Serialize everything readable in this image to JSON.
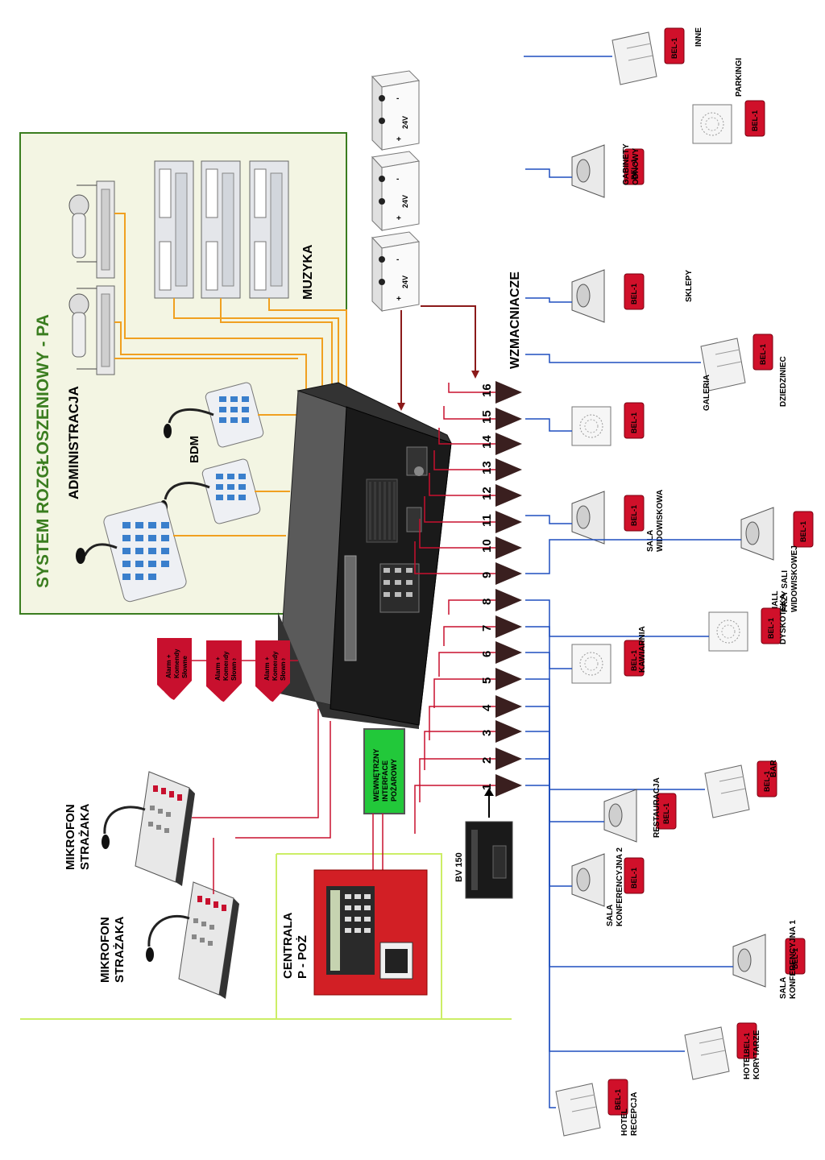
{
  "title": "SYSTEM ROZGŁOSZENIOWY - PA",
  "administration_label": "ADMINISTRACJA",
  "bdm_label": "BDM",
  "music_label": "MUZYKA",
  "amplifiers_label": "WZMACNIACZE",
  "psu_label": "24V",
  "psu_plus": "+",
  "psu_minus": "-",
  "alarm_label": [
    "Alarm +",
    "Komendy",
    "Słowne"
  ],
  "fire_interface_label": [
    "WEWNĘTRZNY",
    "INTERFACE",
    "POŻAROWY"
  ],
  "fireman_mic_label": [
    "MIKROFON",
    "STRAŻAKA"
  ],
  "fire_panel_label": [
    "CENTRALA",
    "P - POŻ"
  ],
  "bv_label": "BV 150",
  "device_badge": "BEL-1",
  "channel_numbers": [
    "1",
    "2",
    "3",
    "4",
    "5",
    "6",
    "7",
    "8",
    "9",
    "10",
    "11",
    "12",
    "13",
    "14",
    "15",
    "16"
  ],
  "zones": [
    {
      "id": "inne",
      "lines": [
        "INNE"
      ]
    },
    {
      "id": "parkingi",
      "lines": [
        "PARKINGI"
      ]
    },
    {
      "id": "gabinety",
      "lines": [
        "GABINETY",
        "ODNOWY"
      ]
    },
    {
      "id": "sklepy",
      "lines": [
        "SKLEPY"
      ]
    },
    {
      "id": "dziedziniec",
      "lines": [
        "DZIEDZINIEC"
      ]
    },
    {
      "id": "galeria",
      "lines": [
        "GALERIA"
      ]
    },
    {
      "id": "sala-widowiskowa",
      "lines": [
        "SALA",
        "WIDOWISKOWA"
      ]
    },
    {
      "id": "hall",
      "lines": [
        "HALL",
        "PRZY SALI",
        "WIDOWISKOWEJ"
      ]
    },
    {
      "id": "dyskoteka",
      "lines": [
        "DYSKOTEKA"
      ]
    },
    {
      "id": "kawiarnia",
      "lines": [
        "KAWIARNIA"
      ]
    },
    {
      "id": "bar",
      "lines": [
        "BAR"
      ]
    },
    {
      "id": "restauracja",
      "lines": [
        "RESTAURACJA"
      ]
    },
    {
      "id": "sala-konf-2",
      "lines": [
        "SALA",
        "KONFERENCYJNA 2"
      ]
    },
    {
      "id": "sala-konf-1",
      "lines": [
        "SALA",
        "KONFERENCYJNA 1"
      ]
    },
    {
      "id": "hotel-korytarze",
      "lines": [
        "HOTEL",
        "KORYTARZE"
      ]
    },
    {
      "id": "hotel-recepcja",
      "lines": [
        "HOTEL",
        "RECEPCJA"
      ]
    }
  ],
  "colors": {
    "green": "#3a7d1f",
    "red": "#c8102e",
    "blue": "#1f4fbf",
    "orange": "#f0a020",
    "dark": "#3a1f1f",
    "badge": "#d0102a",
    "interface": "#22c83a",
    "lightgreen": "#ccee66"
  }
}
